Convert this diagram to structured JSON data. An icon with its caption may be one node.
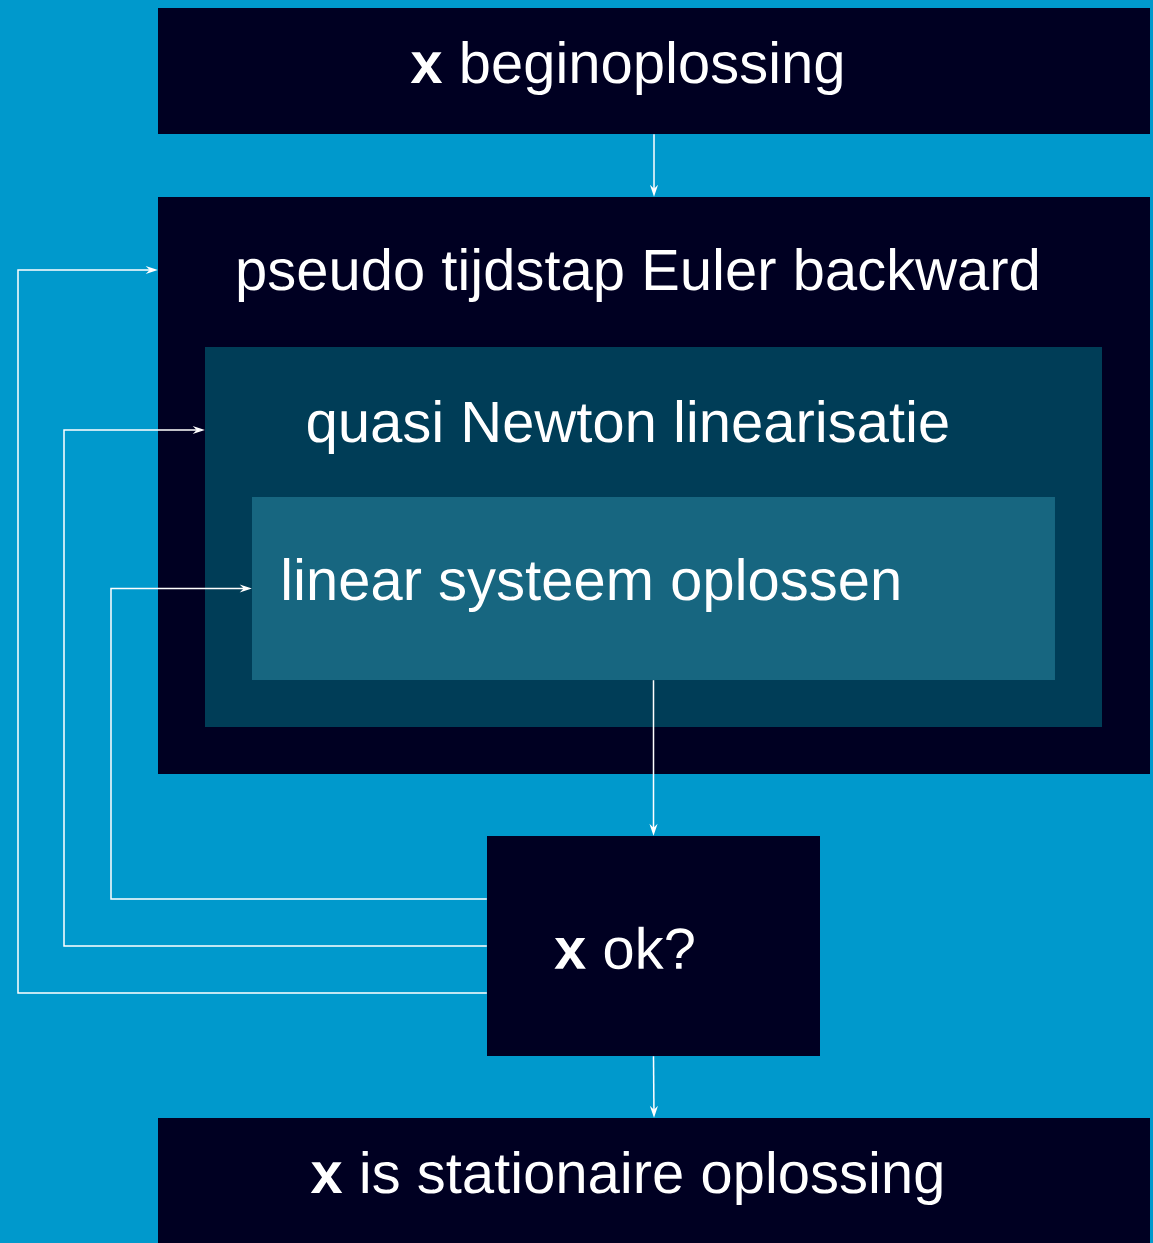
{
  "diagram": {
    "nodes": [
      {
        "text": [
          "**x** beginoplossing"
        ]
      },
      {
        "text": [
          "pseudo tijdstap Euler backward"
        ]
      },
      {
        "text": [
          "quasi Newton linearisatie"
        ],
        "in": 1
      },
      {
        "text": [
          "linear systeem oplossen"
        ],
        "in": 2
      },
      {
        "text": [
          "**x** ok?"
        ]
      },
      {
        "text": [
          "**x** is stationaire oplossing"
        ]
      }
    ],
    "edges": [
      {
        "from": 0,
        "to": 1,
        "arrow": "to"
      },
      {
        "from": 3,
        "to": 4,
        "arrow": "to"
      },
      {
        "from": 4,
        "to": 3,
        "arrow": "to"
      },
      {
        "from": 4,
        "to": 2,
        "arrow": "to"
      },
      {
        "from": 4,
        "to": 1,
        "arrow": "to"
      },
      {
        "from": 4,
        "to": 5,
        "arrow": "to"
      }
    ]
  }
}
